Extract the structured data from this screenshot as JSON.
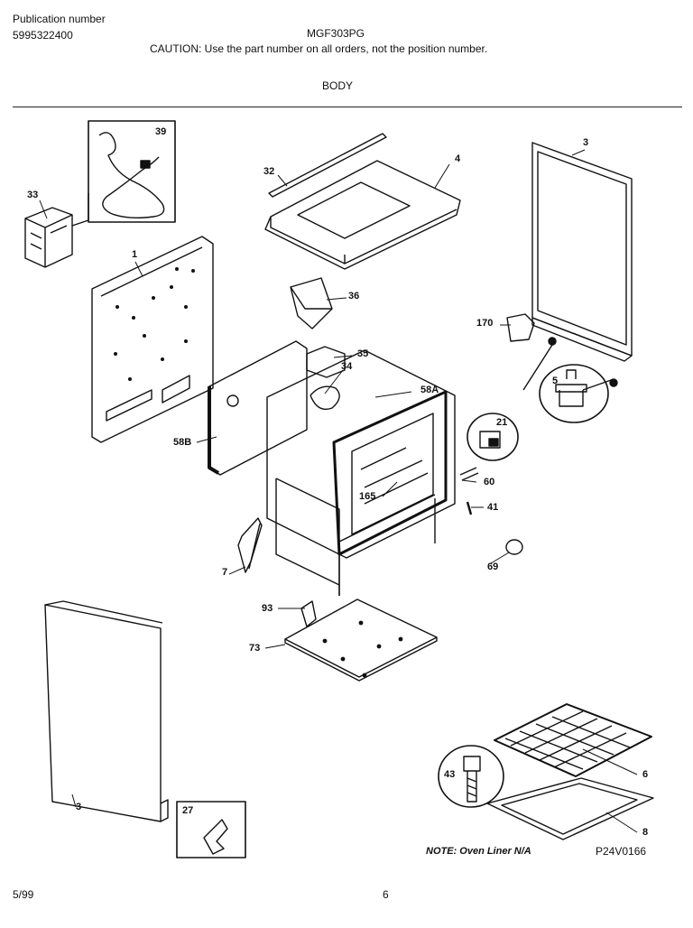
{
  "header": {
    "pub_label": "Publication number",
    "pub_number": "5995322400",
    "model": "MGF303PG",
    "caution": "CAUTION:  Use the part number on all orders, not the position number.",
    "section_title": "BODY"
  },
  "callouts": {
    "p39": "39",
    "p32": "32",
    "p4": "4",
    "p3_top": "3",
    "p33": "33",
    "p1": "1",
    "p36": "36",
    "p35": "35",
    "p34": "34",
    "p58A": "58A",
    "p170": "170",
    "p5": "5",
    "p21": "21",
    "p58B": "58B",
    "p60": "60",
    "p165": "165",
    "p41": "41",
    "p7": "7",
    "p69": "69",
    "p93": "93",
    "p73": "73",
    "p43": "43",
    "p6": "6",
    "p8": "8",
    "p3_bot": "3",
    "p27": "27"
  },
  "note": "NOTE: Oven Liner N/A",
  "drawing_code": "P24V0166",
  "footer": {
    "date": "5/99",
    "page": "6"
  }
}
